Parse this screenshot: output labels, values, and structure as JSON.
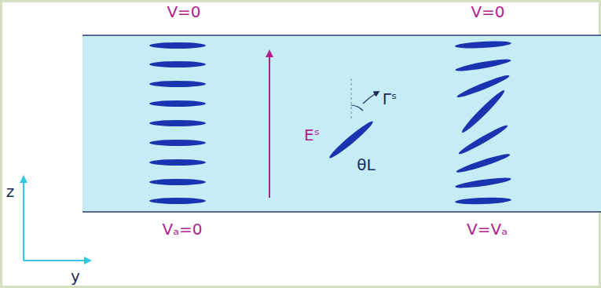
{
  "diagram": {
    "labels": [
      "V=0",
      "V=0",
      "Vₐ=0",
      "V=Vₐ",
      "Eˢ",
      "θL",
      "Γˢ",
      "z",
      "y"
    ]
  }
}
